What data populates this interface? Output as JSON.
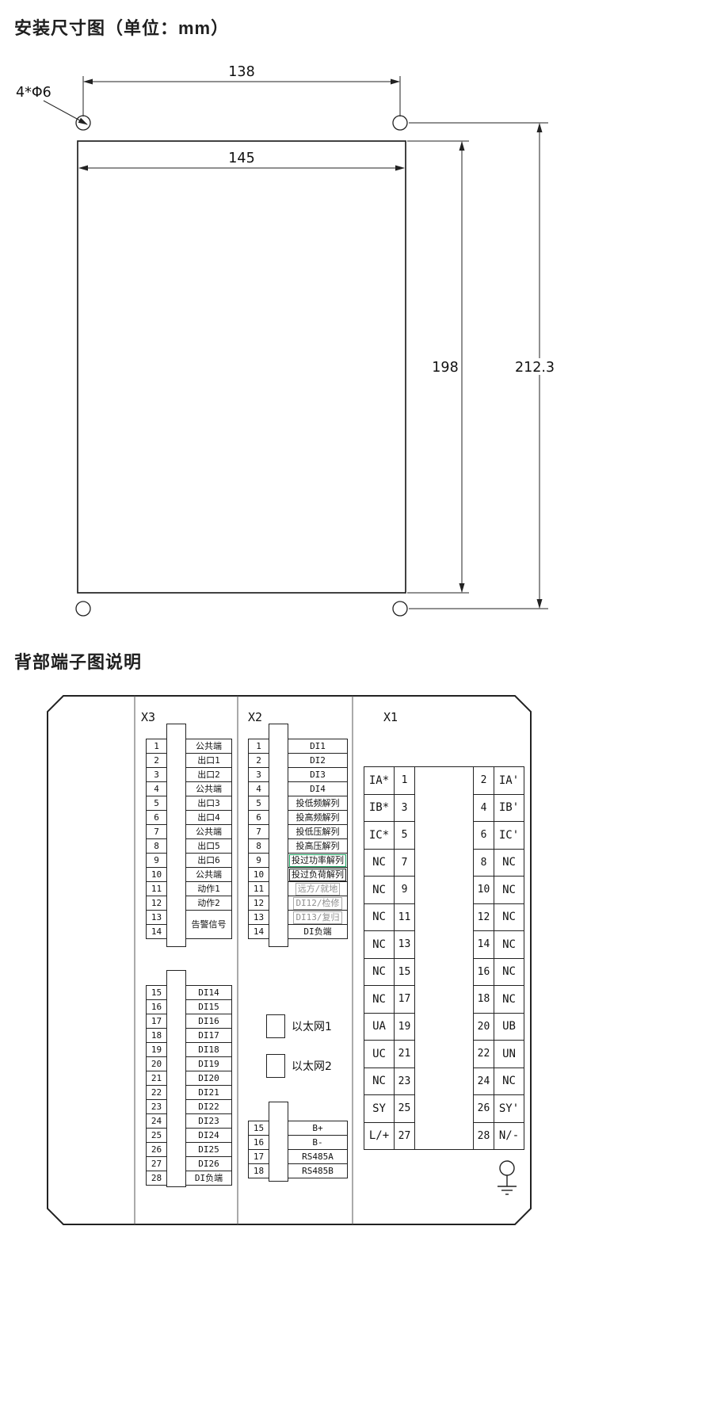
{
  "titles": {
    "dimension_title": "安装尺寸图（单位：mm）",
    "terminal_title": "背部端子图说明"
  },
  "colors": {
    "line": "#222222",
    "highlight_green": "#19a15f",
    "muted_text": "#8f8f8f"
  },
  "dimensions": {
    "hole_note": "4*Φ6",
    "width_outer": "138",
    "width_inner": "145",
    "height_inner": "198",
    "height_outer": "212.3"
  },
  "x3": {
    "label": "X3",
    "upper": [
      {
        "n": "1",
        "t": "公共端"
      },
      {
        "n": "2",
        "t": "出口1"
      },
      {
        "n": "3",
        "t": "出口2"
      },
      {
        "n": "4",
        "t": "公共端"
      },
      {
        "n": "5",
        "t": "出口3"
      },
      {
        "n": "6",
        "t": "出口4"
      },
      {
        "n": "7",
        "t": "公共端"
      },
      {
        "n": "8",
        "t": "出口5"
      },
      {
        "n": "9",
        "t": "出口6"
      },
      {
        "n": "10",
        "t": "公共端"
      },
      {
        "n": "11",
        "t": "动作1"
      },
      {
        "n": "12",
        "t": "动作2"
      },
      {
        "n": "13",
        "n2": "14",
        "t": "告警信号"
      }
    ],
    "lower": [
      {
        "n": "15",
        "t": "DI14"
      },
      {
        "n": "16",
        "t": "DI15"
      },
      {
        "n": "17",
        "t": "DI16"
      },
      {
        "n": "18",
        "t": "DI17"
      },
      {
        "n": "19",
        "t": "DI18"
      },
      {
        "n": "20",
        "t": "DI19"
      },
      {
        "n": "21",
        "t": "DI20"
      },
      {
        "n": "22",
        "t": "DI21"
      },
      {
        "n": "23",
        "t": "DI22"
      },
      {
        "n": "24",
        "t": "DI23"
      },
      {
        "n": "25",
        "t": "DI24"
      },
      {
        "n": "26",
        "t": "DI25"
      },
      {
        "n": "27",
        "t": "DI26"
      },
      {
        "n": "28",
        "t": "DI负端"
      }
    ]
  },
  "x2": {
    "label": "X2",
    "upper": [
      {
        "n": "1",
        "t": "DI1"
      },
      {
        "n": "2",
        "t": "DI2"
      },
      {
        "n": "3",
        "t": "DI3"
      },
      {
        "n": "4",
        "t": "DI4"
      },
      {
        "n": "5",
        "t": "投低频解列"
      },
      {
        "n": "6",
        "t": "投高频解列"
      },
      {
        "n": "7",
        "t": "投低压解列"
      },
      {
        "n": "8",
        "t": "投高压解列"
      },
      {
        "n": "9",
        "t": "投过功率解列",
        "style": "boxed-green"
      },
      {
        "n": "10",
        "t": "投过负荷解列",
        "style": "boxed"
      },
      {
        "n": "11",
        "t": "远方/就地",
        "style": "muted"
      },
      {
        "n": "12",
        "t": "DI12/检修",
        "style": "muted"
      },
      {
        "n": "13",
        "t": "DI13/复归",
        "style": "muted"
      },
      {
        "n": "14",
        "t": "DI负端"
      }
    ],
    "ethernet": [
      {
        "label": "以太网1"
      },
      {
        "label": "以太网2"
      }
    ],
    "lower": [
      {
        "n": "15",
        "t": "B+"
      },
      {
        "n": "16",
        "t": "B-"
      },
      {
        "n": "17",
        "t": "RS485A"
      },
      {
        "n": "18",
        "t": "RS485B"
      }
    ]
  },
  "x1": {
    "label": "X1",
    "rows": [
      {
        "ll": "IA*",
        "ln": "1",
        "rn": "2",
        "rl": "IA'"
      },
      {
        "ll": "IB*",
        "ln": "3",
        "rn": "4",
        "rl": "IB'"
      },
      {
        "ll": "IC*",
        "ln": "5",
        "rn": "6",
        "rl": "IC'"
      },
      {
        "ll": "NC",
        "ln": "7",
        "rn": "8",
        "rl": "NC"
      },
      {
        "ll": "NC",
        "ln": "9",
        "rn": "10",
        "rl": "NC"
      },
      {
        "ll": "NC",
        "ln": "11",
        "rn": "12",
        "rl": "NC"
      },
      {
        "ll": "NC",
        "ln": "13",
        "rn": "14",
        "rl": "NC"
      },
      {
        "ll": "NC",
        "ln": "15",
        "rn": "16",
        "rl": "NC"
      },
      {
        "ll": "NC",
        "ln": "17",
        "rn": "18",
        "rl": "NC"
      },
      {
        "ll": "UA",
        "ln": "19",
        "rn": "20",
        "rl": "UB"
      },
      {
        "ll": "UC",
        "ln": "21",
        "rn": "22",
        "rl": "UN"
      },
      {
        "ll": "NC",
        "ln": "23",
        "rn": "24",
        "rl": "NC"
      },
      {
        "ll": "SY",
        "ln": "25",
        "rn": "26",
        "rl": "SY'"
      },
      {
        "ll": "L/+",
        "ln": "27",
        "rn": "28",
        "rl": "N/-"
      }
    ]
  }
}
